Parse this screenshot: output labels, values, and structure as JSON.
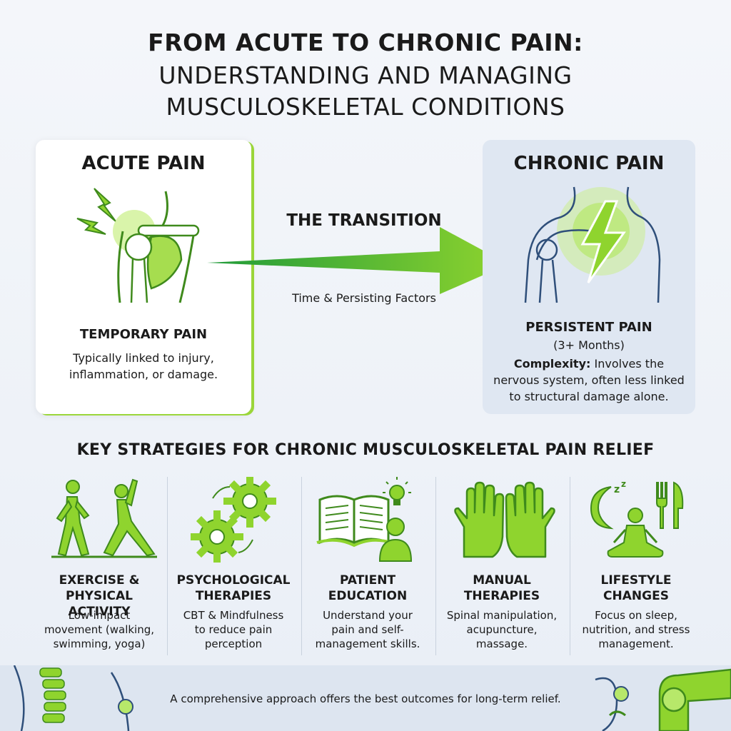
{
  "header": {
    "line1": "FROM ACUTE TO CHRONIC PAIN:",
    "line2": "UNDERSTANDING AND MANAGING",
    "line3": "MUSCULOSKELETAL CONDITIONS"
  },
  "acute": {
    "title": "ACUTE PAIN",
    "heading": "TEMPORARY PAIN",
    "desc_line1": "Typically linked to injury,",
    "desc_line2": "inflammation, or damage."
  },
  "transition": {
    "title": "THE TRANSITION",
    "subtitle": "Time & Persisting Factors"
  },
  "chronic": {
    "title": "CHRONIC PAIN",
    "heading": "PERSISTENT PAIN",
    "duration": "(3+ Months)",
    "complexity_label": "Complexity:",
    "complexity_line1": "Involves the",
    "complexity_line2": "nervous system, often less linked",
    "complexity_line3": "to structural damage alone."
  },
  "strategies": {
    "title": "KEY STRATEGIES FOR CHRONIC MUSCULOSKELETAL PAIN RELIEF",
    "items": [
      {
        "title1": "EXERCISE &",
        "title2": "PHYSICAL ACTIVITY",
        "d1": "Low-impact",
        "d2": "movement (walking,",
        "d3": "swimming, yoga)",
        "icon": "walking-yoga-icon"
      },
      {
        "title1": "PSYCHOLOGICAL",
        "title2": "THERAPIES",
        "d1": "CBT & Mindfulness",
        "d2": "to reduce pain",
        "d3": "perception",
        "icon": "gears-icon"
      },
      {
        "title1": "PATIENT",
        "title2": "EDUCATION",
        "d1": "Understand your",
        "d2": "pain and self-",
        "d3": "management skills.",
        "icon": "book-lightbulb-icon"
      },
      {
        "title1": "MANUAL",
        "title2": "THERAPIES",
        "d1": "Spinal manipulation,",
        "d2": "acupuncture,",
        "d3": "massage.",
        "icon": "hands-icon"
      },
      {
        "title1": "LIFESTYLE",
        "title2": "CHANGES",
        "d1": "Focus on sleep,",
        "d2": "nutrition, and stress",
        "d3": "management.",
        "icon": "moon-meditation-utensils-icon"
      }
    ]
  },
  "footer": {
    "text": "A comprehensive approach offers the best outcomes for long-term relief."
  },
  "colors": {
    "accent_green": "#8fd42e",
    "dark_green": "#3f8a1c",
    "outline_blue": "#2f4f7a"
  }
}
